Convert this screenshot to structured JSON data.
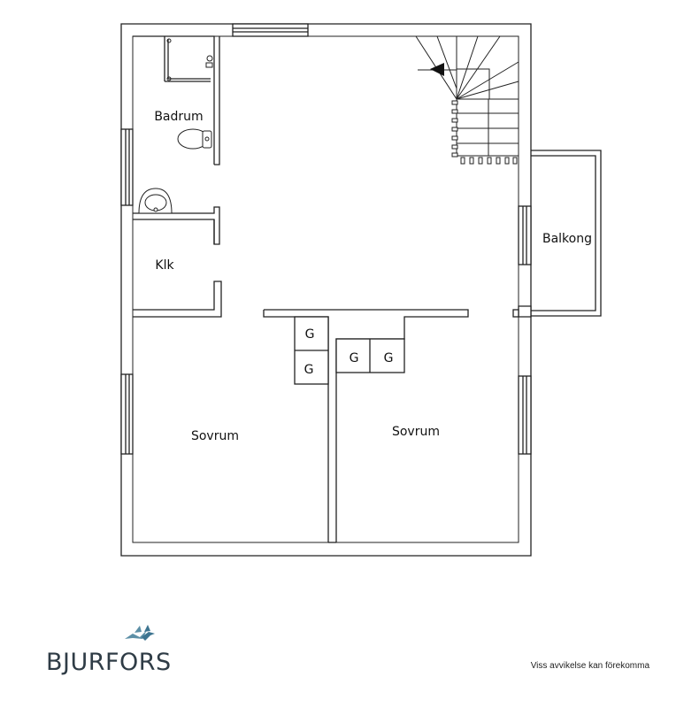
{
  "rooms": {
    "badrum": "Badrum",
    "klk": "Klk",
    "balkong": "Balkong",
    "sovrum_left": "Sovrum",
    "sovrum_right": "Sovrum"
  },
  "closets": {
    "g1": "G",
    "g2": "G",
    "g3": "G",
    "g4": "G"
  },
  "brand": {
    "name": "BJURFORS"
  },
  "disclaimer": "Viss avvikelse kan förekomma"
}
